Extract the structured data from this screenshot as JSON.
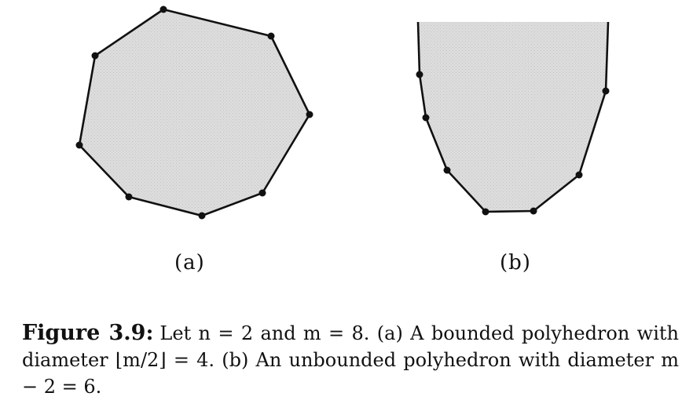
{
  "figure": {
    "panel_a_label": "(a)",
    "panel_b_label": "(b)",
    "caption_label": "Figure 3.9:",
    "caption_text": "Let n = 2 and m = 8. (a) A bounded polyhedron with diameter ⌊m/2⌋ = 4. (b) An unbounded polyhedron with diameter m − 2 = 6."
  },
  "colors": {
    "fill": "#dcdcdc",
    "stroke": "#111111",
    "vertex": "#111111"
  }
}
